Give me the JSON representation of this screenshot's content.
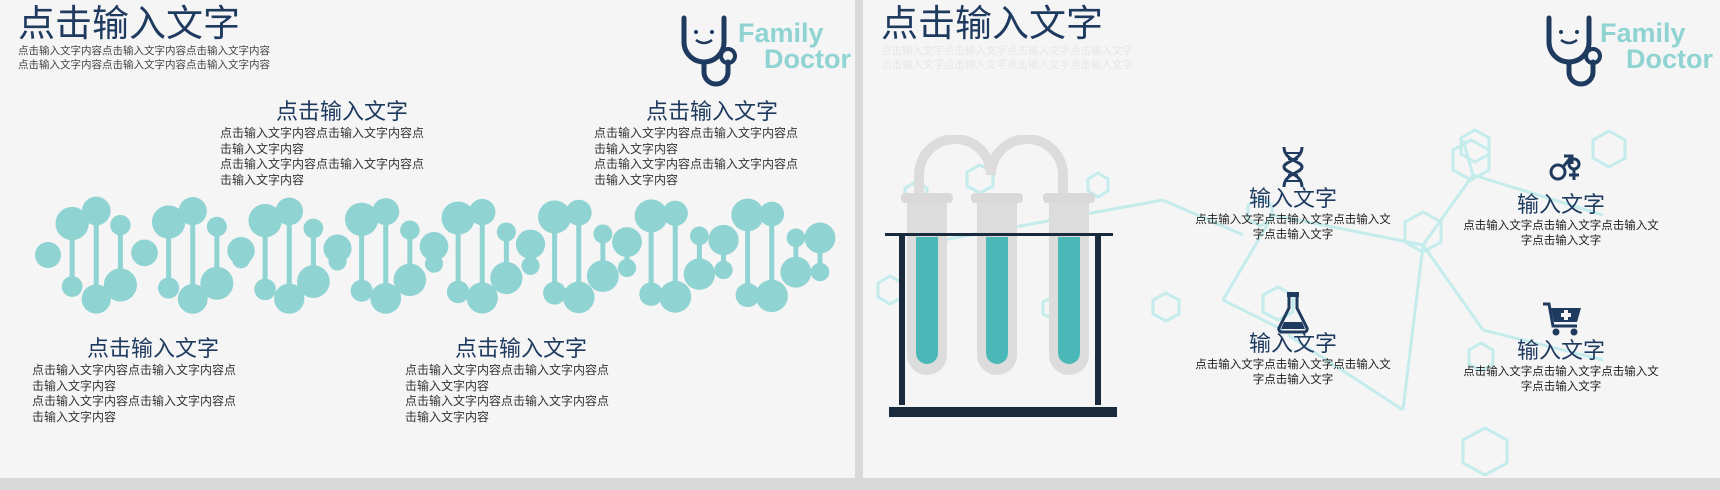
{
  "colors": {
    "navy": "#1f3a5f",
    "teal": "#8fd3d2",
    "teal_dark": "#4ab8b6",
    "gray_tube": "#d9d9d9",
    "rack": "#1b2b3e",
    "logo_text": "#8fd3d2"
  },
  "left": {
    "title": "点击输入文字",
    "subtitle_lines": [
      "点击输入文字内容点击输入文字内容点击输入文字内容",
      "点击输入文字内容点击输入文字内容点击输入文字内容"
    ],
    "logo": {
      "word1": "Family",
      "word2": "Doctor",
      "icon": "stethoscope-icon"
    },
    "blocks": [
      {
        "title": "点击输入文字",
        "body": "点击输入文字内容点击输入文字内容点\n击输入文字内容\n点击输入文字内容点击输入文字内容点\n击输入文字内容"
      },
      {
        "title": "点击输入文字",
        "body": "点击输入文字内容点击输入文字内容点\n击输入文字内容\n点击输入文字内容点击输入文字内容点\n击输入文字内容"
      },
      {
        "title": "点击输入文字",
        "body": "点击输入文字内容点击输入文字内容点\n击输入文字内容\n点击输入文字内容点击输入文字内容点\n击输入文字内容"
      },
      {
        "title": "点击输入文字",
        "body": "点击输入文字内容点击输入文字内容点\n击输入文字内容\n点击输入文字内容点击输入文字内容点\n击输入文字内容"
      }
    ]
  },
  "right": {
    "title": "点击输入文字",
    "subtitle_lines": [
      "点击输入文字点击输入文字点击输入文字点击输入文字",
      "点击输入文字点击输入文字点击输入文字点击输入文字"
    ],
    "logo": {
      "word1": "Family",
      "word2": "Doctor",
      "icon": "stethoscope-icon"
    },
    "nodes": [
      {
        "title": "输入文字",
        "body": "点击输入文字点击输入文字点击输入文\n字点击输入文字",
        "icon": "dna-icon"
      },
      {
        "title": "输入文字",
        "body": "点击输入文字点击输入文字点击输入文\n字点击输入文字",
        "icon": "gender-icon"
      },
      {
        "title": "输入文字",
        "body": "点击输入文字点击输入文字点击输入文\n字点击输入文字",
        "icon": "flask-icon"
      },
      {
        "title": "输入文字",
        "body": "点击输入文字点击输入文字点击输入文\n字点击输入文字",
        "icon": "medical-cart-icon"
      }
    ]
  }
}
